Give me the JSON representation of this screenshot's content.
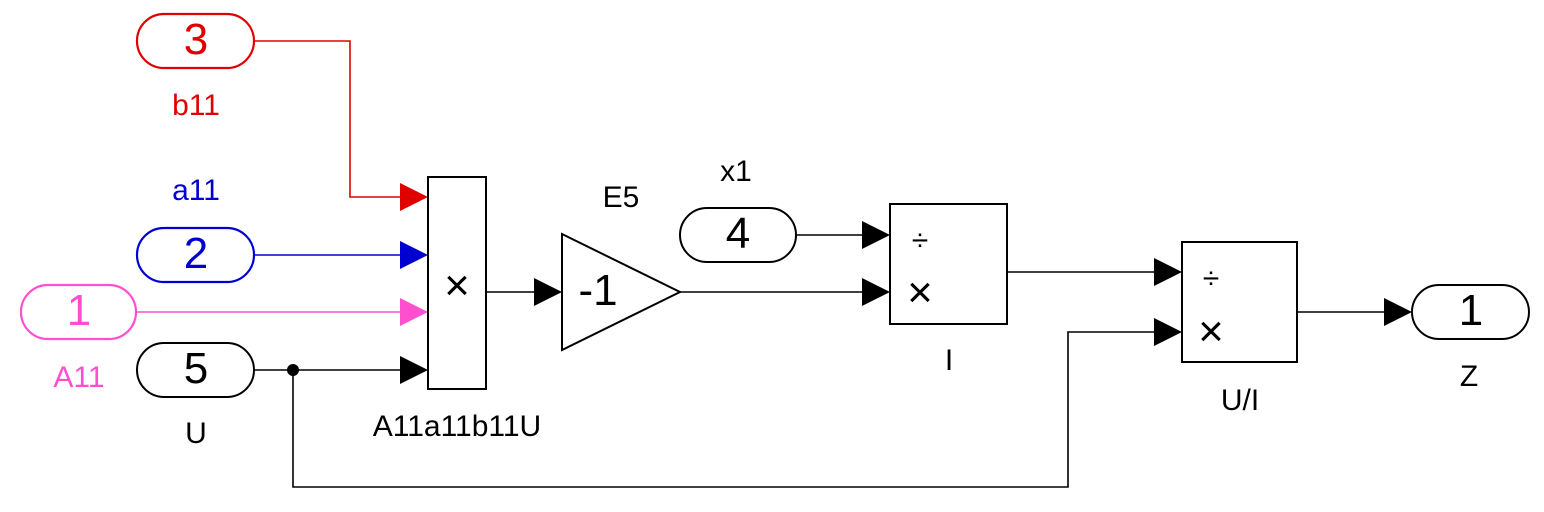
{
  "colors": {
    "red": "#e00000",
    "blue": "#0000d0",
    "magenta": "#ff4fcf",
    "black": "#000000"
  },
  "inports": {
    "b11": {
      "number": "3",
      "label": "b11",
      "color": "#e00000"
    },
    "a11": {
      "number": "2",
      "label": "a11",
      "color": "#0000d0"
    },
    "A11": {
      "number": "1",
      "label": "A11",
      "color": "#ff4fcf"
    },
    "U": {
      "number": "5",
      "label": "U",
      "color": "#000000"
    },
    "x1": {
      "number": "4",
      "label": "x1",
      "color": "#000000"
    }
  },
  "outport": {
    "number": "1",
    "label": "Z"
  },
  "blocks": {
    "product_main": {
      "symbol": "×",
      "label": "A11a11b11U"
    },
    "gain": {
      "value": "-1",
      "label": "E5"
    },
    "divide_I": {
      "symbol_divide": "÷",
      "symbol_multiply": "×",
      "label": "I"
    },
    "divide_UI": {
      "symbol_divide": "÷",
      "symbol_multiply": "×",
      "label": "U/I"
    }
  }
}
